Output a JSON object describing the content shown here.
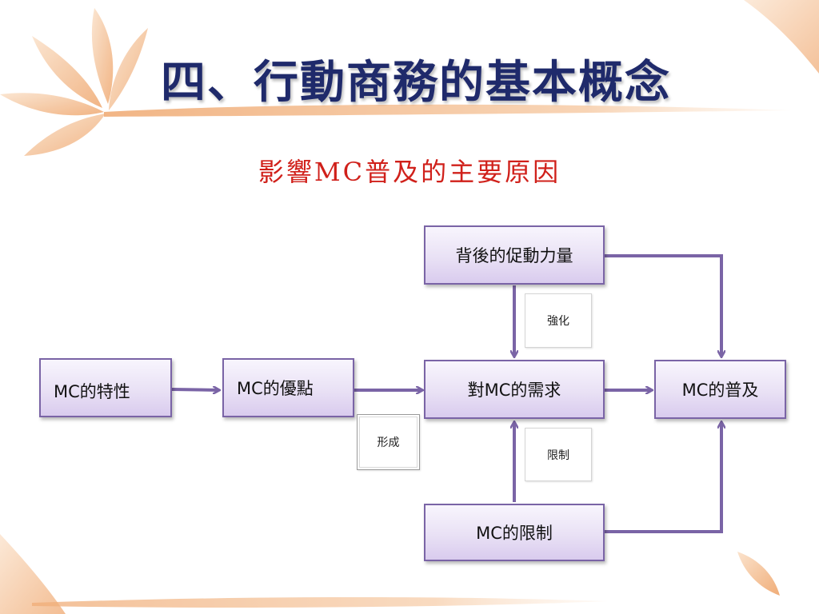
{
  "slide": {
    "title": "四、行動商務的基本概念",
    "subtitle": "影響MC普及的主要原因"
  },
  "diagram": {
    "nodes": {
      "driving_force": "背後的促動力量",
      "mc_characteristics": "MC的特性",
      "mc_advantages": "MC的優點",
      "mc_demand": "對MC的需求",
      "mc_adoption": "MC的普及",
      "mc_limitations": "MC的限制"
    },
    "edge_labels": {
      "strengthen": "強化",
      "form": "形成",
      "limit": "限制"
    }
  },
  "colors": {
    "title": "#1f2a6b",
    "subtitle": "#d0201a",
    "box_border": "#7a64a6",
    "arrow": "#7a64a6",
    "decoration": "#f2b98a"
  }
}
